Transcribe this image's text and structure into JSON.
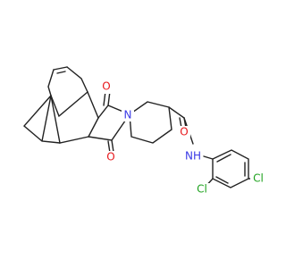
{
  "molecule": {
    "atoms": {
      "o_top": {
        "text": "O",
        "color": "#e8171b"
      },
      "o_bottom": {
        "text": "O",
        "color": "#e8171b"
      },
      "n_imide": {
        "text": "N",
        "color": "#3a3ae6"
      },
      "o_amide": {
        "text": "O",
        "color": "#e8171b"
      },
      "nh_amide": {
        "text": "NH",
        "color": "#3a3ae6"
      },
      "cl_ortho": {
        "text": "Cl",
        "color": "#1fa21f"
      },
      "cl_para": {
        "text": "Cl",
        "color": "#1fa21f"
      }
    },
    "colors": {
      "bond": "#222222",
      "oxygen": "#e8171b",
      "nitrogen": "#3a3ae6",
      "chlorine": "#1fa21f"
    }
  }
}
